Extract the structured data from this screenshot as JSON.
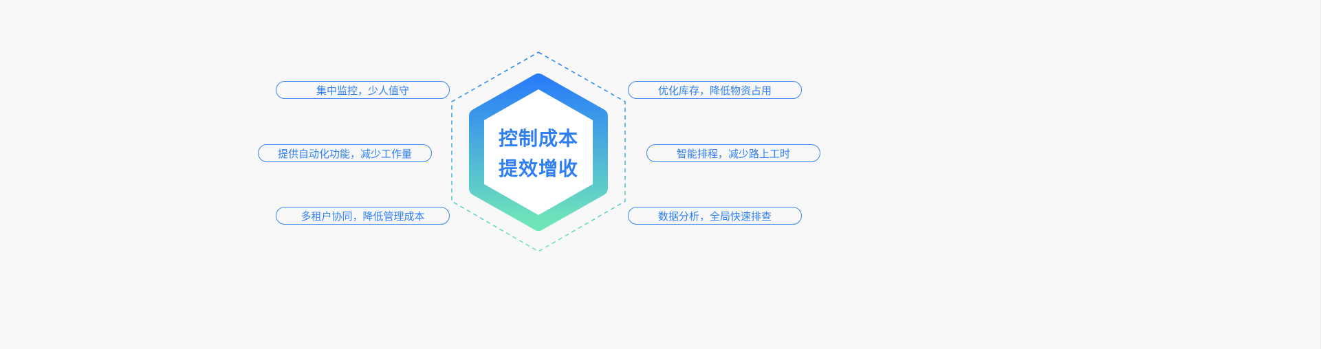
{
  "center": {
    "line1": "控制成本",
    "line2": "提效增收"
  },
  "left_items": [
    {
      "label": "集中监控，少人值守"
    },
    {
      "label": "提供自动化功能，减少工作量"
    },
    {
      "label": "多租户协同，降低管理成本"
    }
  ],
  "right_items": [
    {
      "label": "优化库存，降低物资占用"
    },
    {
      "label": "智能排程，减少路上工时"
    },
    {
      "label": "数据分析，全局快速排查"
    }
  ],
  "colors": {
    "accent": "#2f7ff3",
    "gradient_top": "#2a7ef8",
    "gradient_bottom": "#6fe6b9",
    "background": "#f8f8f8"
  }
}
